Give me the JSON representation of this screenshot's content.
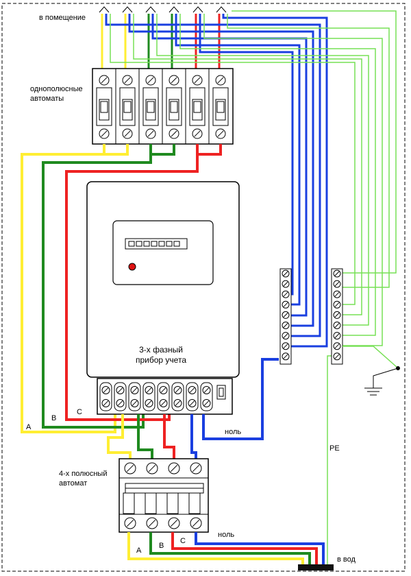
{
  "labels": {
    "to_room": "в помещение",
    "single_pole_line1": "однополюсные",
    "single_pole_line2": "автоматы",
    "meter_line1": "3-х фазный",
    "meter_line2": "прибор учета",
    "four_pole_line1": "4-х полюсный",
    "four_pole_line2": "автомат",
    "neutral_top": "ноль",
    "neutral_bottom": "ноль",
    "pe": "PE",
    "input": "в вод",
    "phase_a_upper": "A",
    "phase_b_upper": "B",
    "phase_c_upper": "C",
    "phase_a_lower": "A",
    "phase_b_lower": "B",
    "phase_c_lower": "C"
  },
  "colors": {
    "phase_a": "#ffee33",
    "phase_b": "#1f8a1f",
    "phase_c": "#ee2222",
    "neutral": "#1a3fe0",
    "pe": "#77e055",
    "frame": "#000000"
  },
  "components": {
    "single_pole_breaker_count": 6,
    "four_pole_breaker_poles": 4,
    "meter_terminal_count": 8,
    "neutral_bus_terminals": 9,
    "pe_bus_terminals": 9,
    "meter_display_digits": 7,
    "icons": [
      "ground-symbol-icon",
      "meter-led-icon",
      "screw-terminal-icon"
    ]
  }
}
